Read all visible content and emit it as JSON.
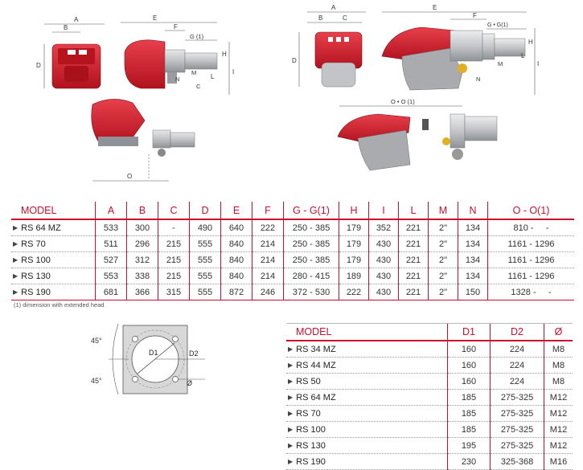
{
  "drawing_labels": {
    "a": "A",
    "b": "B",
    "c": "C",
    "d": "D",
    "e": "E",
    "f": "F",
    "g": "G (1)",
    "gg": "G • G(1)",
    "h": "H",
    "i": "I",
    "l": "L",
    "m": "M",
    "n": "N",
    "o": "O",
    "oo": "O • O (1)"
  },
  "main_table": {
    "headers": [
      "MODEL",
      "A",
      "B",
      "C",
      "D",
      "E",
      "F",
      "G - G(1)",
      "H",
      "I",
      "L",
      "M",
      "N",
      "O - O(1)"
    ],
    "rows": [
      {
        "model": "RS 64 MZ",
        "a": "533",
        "b": "300",
        "c": "-",
        "d": "490",
        "e": "640",
        "f": "222",
        "g": "250 - 385",
        "h": "179",
        "i": "352",
        "l": "221",
        "m": "2\"",
        "n": "134",
        "o": "810 -     -"
      },
      {
        "model": "RS 70",
        "a": "511",
        "b": "296",
        "c": "215",
        "d": "555",
        "e": "840",
        "f": "214",
        "g": "250 - 385",
        "h": "179",
        "i": "430",
        "l": "221",
        "m": "2\"",
        "n": "134",
        "o": "1161 - 1296"
      },
      {
        "model": "RS 100",
        "a": "527",
        "b": "312",
        "c": "215",
        "d": "555",
        "e": "840",
        "f": "214",
        "g": "250 - 385",
        "h": "179",
        "i": "430",
        "l": "221",
        "m": "2\"",
        "n": "134",
        "o": "1161 - 1296"
      },
      {
        "model": "RS 130",
        "a": "553",
        "b": "338",
        "c": "215",
        "d": "555",
        "e": "840",
        "f": "214",
        "g": "280 - 415",
        "h": "189",
        "i": "430",
        "l": "221",
        "m": "2\"",
        "n": "134",
        "o": "1161 - 1296"
      },
      {
        "model": "RS 190",
        "a": "681",
        "b": "366",
        "c": "315",
        "d": "555",
        "e": "872",
        "f": "246",
        "g": "372 - 530",
        "h": "222",
        "i": "430",
        "l": "221",
        "m": "2\"",
        "n": "150",
        "o": "1328 -     -"
      }
    ]
  },
  "footnote": "(1) dimension with extended head",
  "flange_drawing": {
    "angle_top": "45°",
    "angle_bottom": "45°",
    "d1": "D1",
    "d2": "D2",
    "o": "Ø"
  },
  "flange_table": {
    "headers": [
      "MODEL",
      "D1",
      "D2",
      "Ø"
    ],
    "rows": [
      {
        "model": "RS 34 MZ",
        "d1": "160",
        "d2": "224",
        "o": "M8"
      },
      {
        "model": "RS 44 MZ",
        "d1": "160",
        "d2": "224",
        "o": "M8"
      },
      {
        "model": "RS 50",
        "d1": "160",
        "d2": "224",
        "o": "M8"
      },
      {
        "model": "RS 64 MZ",
        "d1": "185",
        "d2": "275-325",
        "o": "M12"
      },
      {
        "model": "RS 70",
        "d1": "185",
        "d2": "275-325",
        "o": "M12"
      },
      {
        "model": "RS 100",
        "d1": "185",
        "d2": "275-325",
        "o": "M12"
      },
      {
        "model": "RS 130",
        "d1": "195",
        "d2": "275-325",
        "o": "M12"
      },
      {
        "model": "RS 190",
        "d1": "230",
        "d2": "325-368",
        "o": "M16"
      }
    ]
  },
  "colors": {
    "accent": "#c8102e",
    "burner_red": "#d41c2c",
    "metal": "#c9cbcd"
  }
}
